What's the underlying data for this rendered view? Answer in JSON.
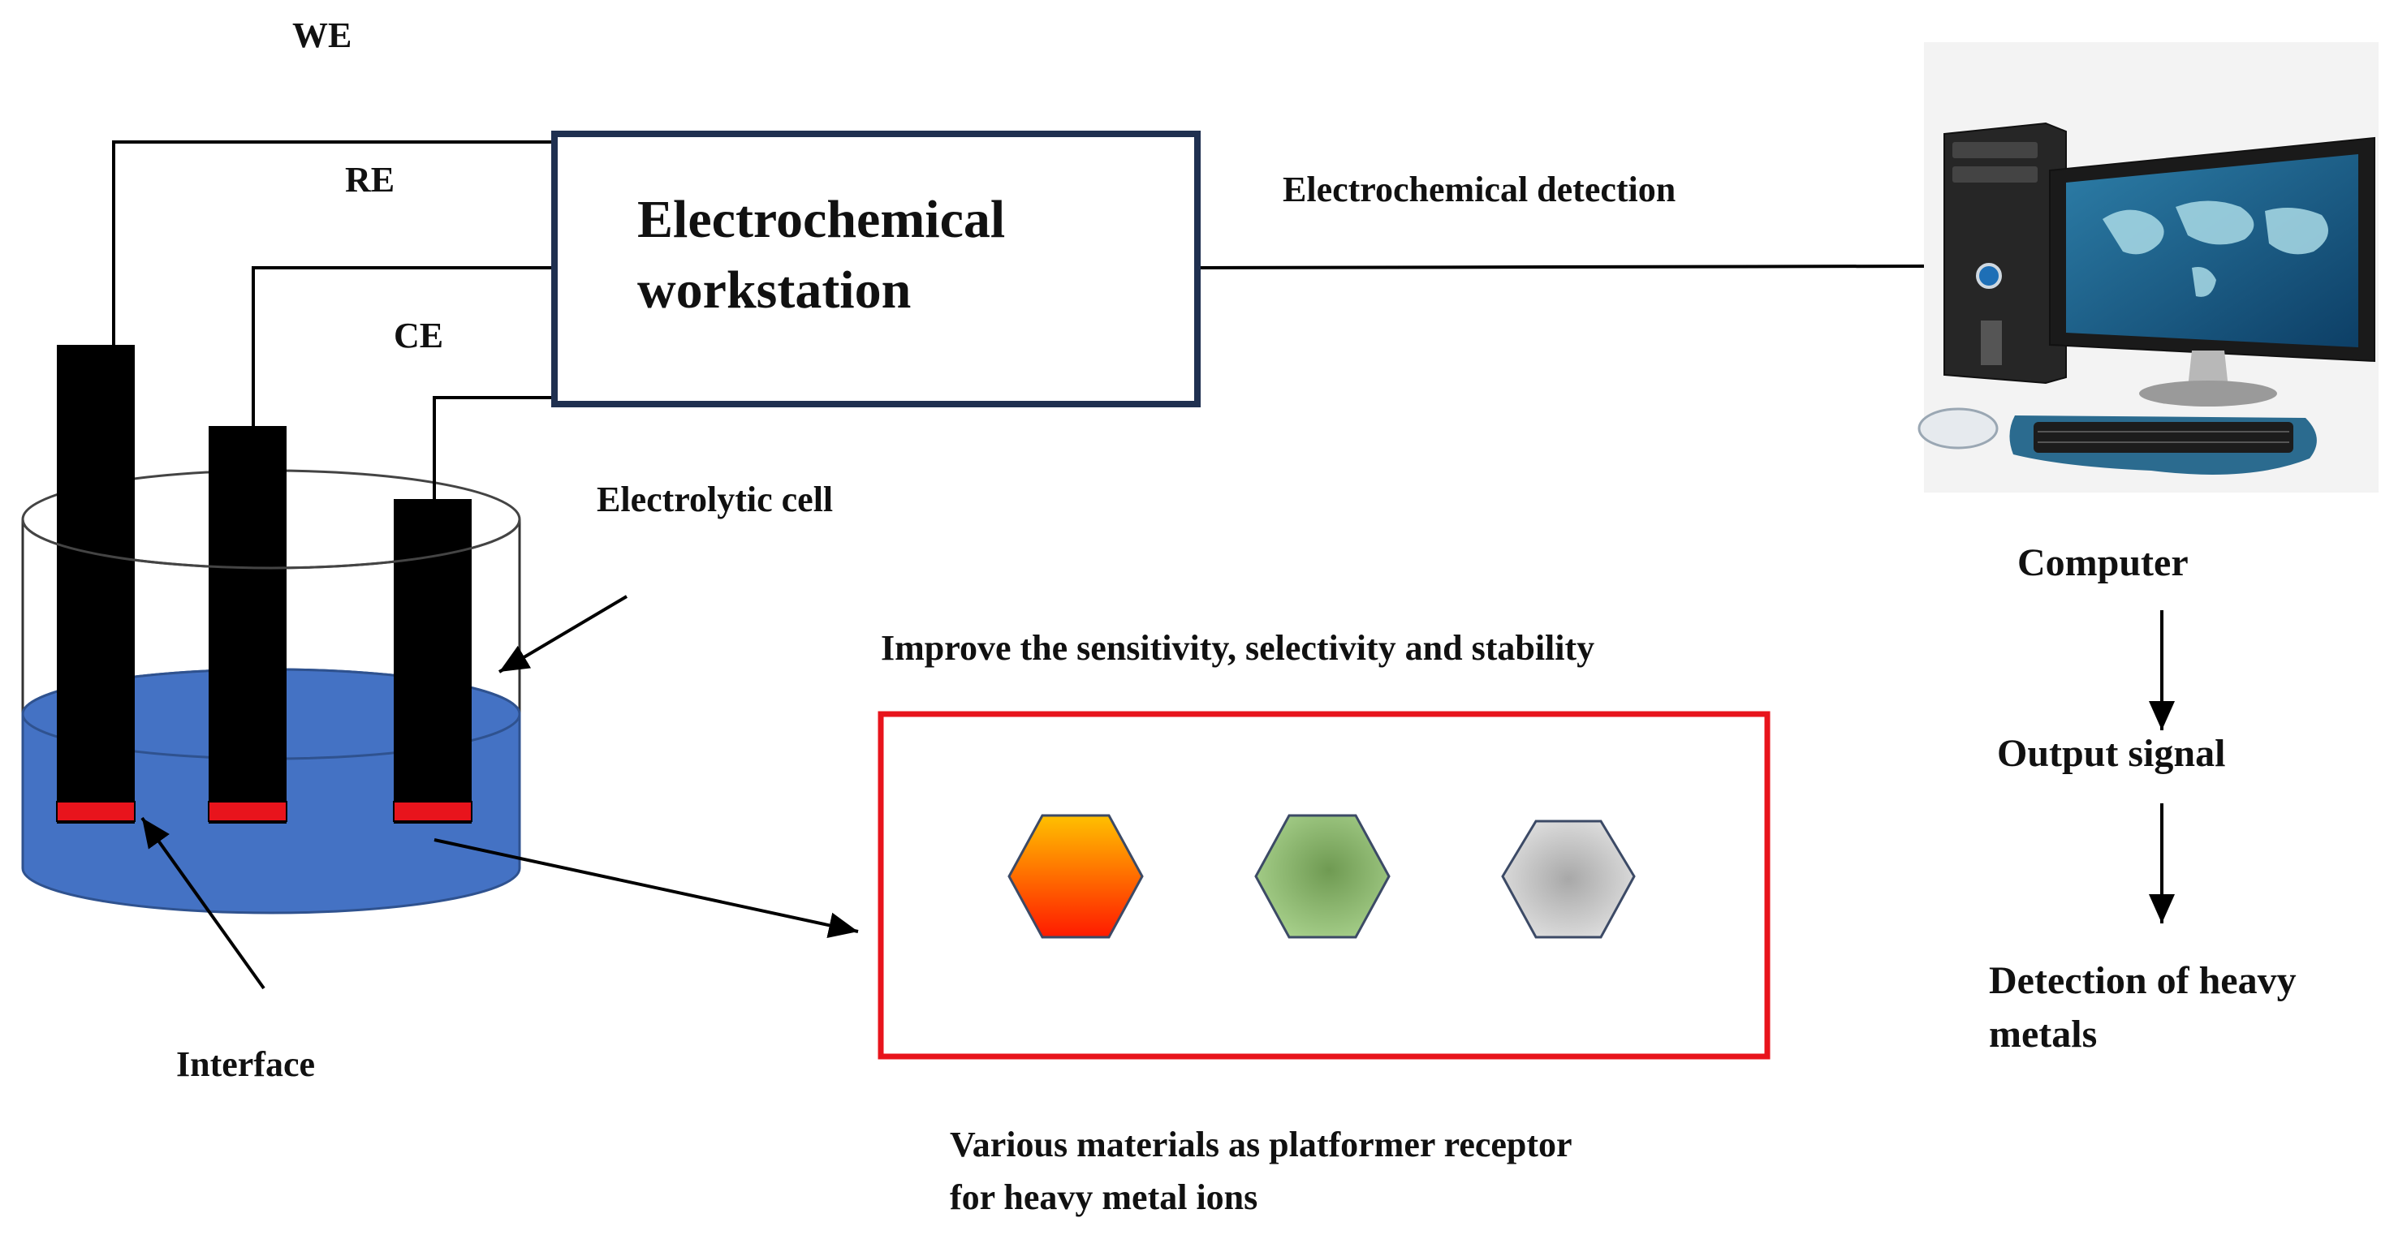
{
  "labels": {
    "we": "WE",
    "re": "RE",
    "ce": "CE",
    "workstation_line1": "Electrochemical",
    "workstation_line2": "workstation",
    "electrochemical_detection": "Electrochemical detection",
    "electrolytic_cell": "Electrolytic cell",
    "interface": "Interface",
    "improve": "Improve the sensitivity, selectivity and stability",
    "materials_line1": "Various materials as platformer receptor",
    "materials_line2": "for heavy metal ions",
    "computer": "Computer",
    "output_signal": "Output signal",
    "detection_line1": "Detection of heavy",
    "detection_line2": "metals"
  },
  "colors": {
    "workstation_border": "#1f3050",
    "receptor_box_border": "#e8141c",
    "electrolyte": "#4472c4",
    "electrode_body": "#000000",
    "electrode_tip": "#e8141c",
    "hex_orange_top": "#ffc000",
    "hex_orange_bottom": "#ff1a00",
    "hex_green": "#8fbc6e",
    "hex_gray": "#c4c4c4"
  },
  "icons": {
    "computer": "desktop-computer-icon"
  }
}
